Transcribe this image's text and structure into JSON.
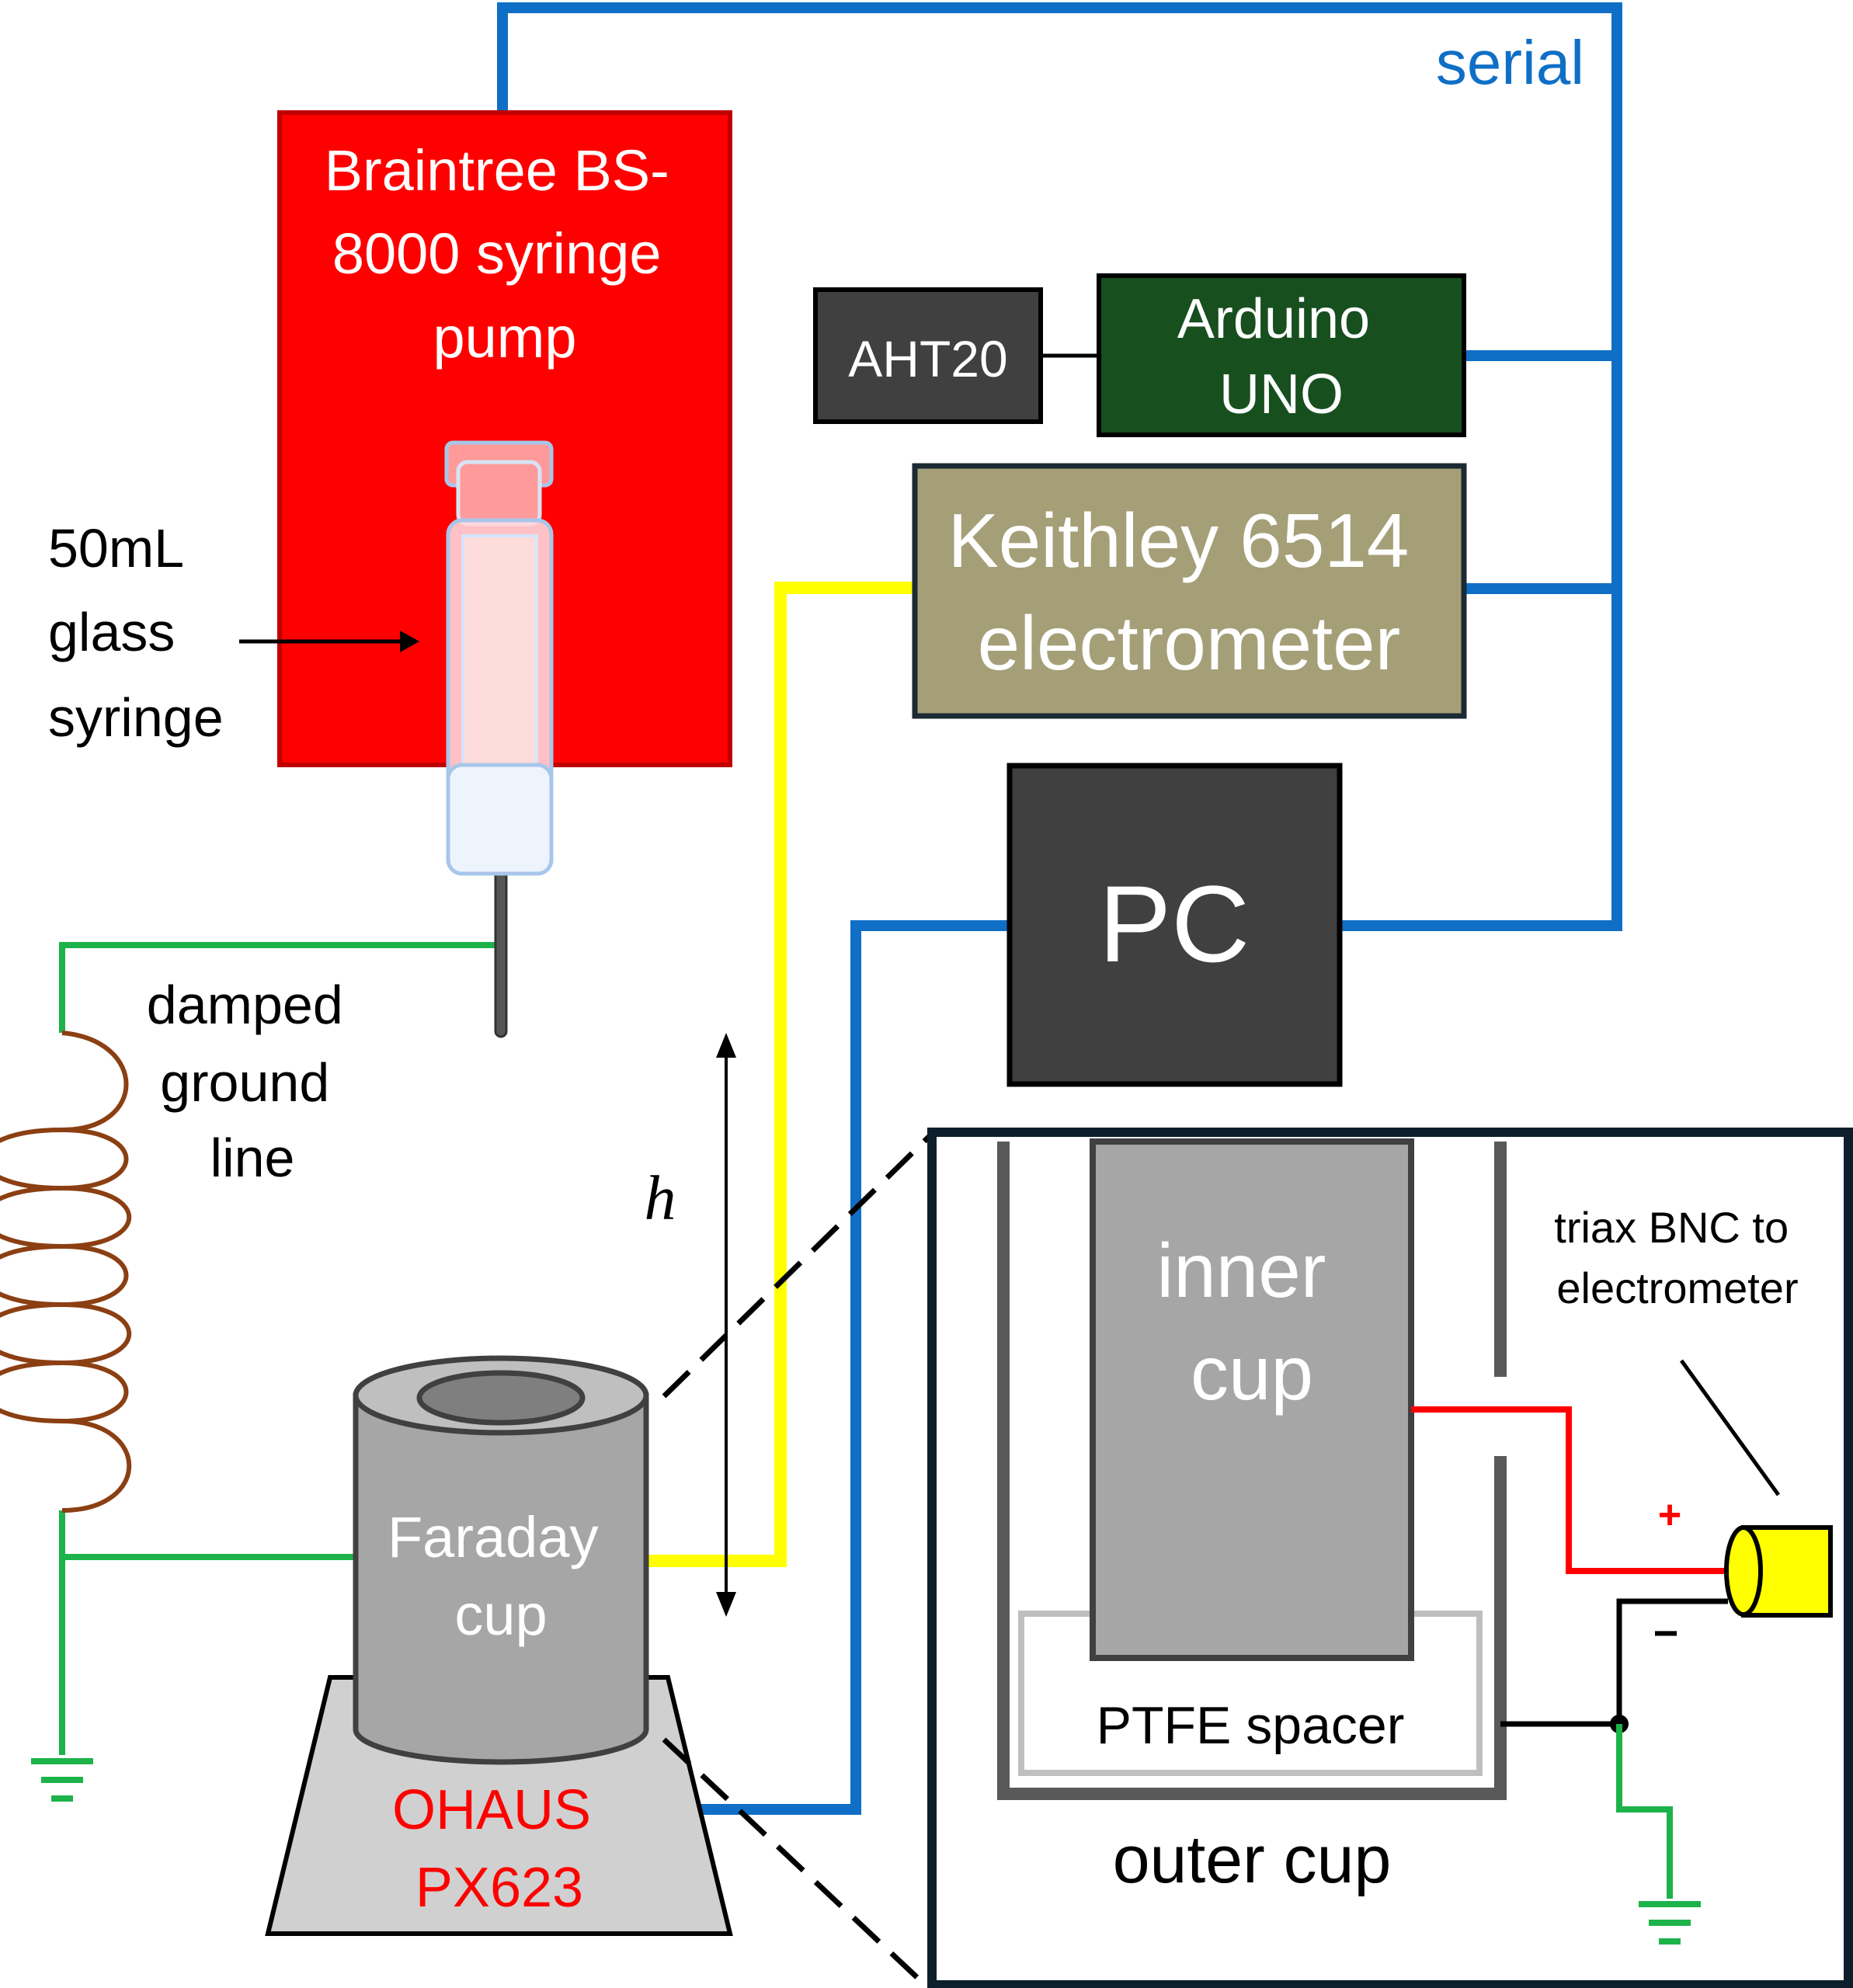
{
  "labels": {
    "serial": "serial",
    "pump_line1": "Braintree BS-",
    "pump_line2": "8000 syringe",
    "pump_line3": "pump",
    "syringe_line1": "50mL",
    "syringe_line2": "glass",
    "syringe_line3": "syringe",
    "aht20": "AHT20",
    "arduino_line1": "Arduino",
    "arduino_line2": "UNO",
    "keithley_line1": "Keithley 6514",
    "keithley_line2": "electrometer",
    "pc": "PC",
    "ground_line1": "damped",
    "ground_line2": "ground",
    "ground_line3": "line",
    "h": "h",
    "faraday_line1": "Faraday",
    "faraday_line2": "cup",
    "scale_line1": "OHAUS",
    "scale_line2": "PX623",
    "inner_cup_line1": "inner",
    "inner_cup_line2": "cup",
    "triax_line1": "triax BNC to",
    "triax_line2": "electrometer",
    "plus": "+",
    "minus": "−",
    "ptfe": "PTFE spacer",
    "outer_cup": "outer cup"
  },
  "colors": {
    "serial_blue": "#0f6fc6",
    "pump_red": "#ff0000",
    "arduino_green": "#174f1f",
    "keithley_olive": "#a59f78",
    "dark_box": "#404040",
    "signal_yellow": "#ffff00",
    "ground_green": "#1db34a",
    "coil_brown": "#8b3f12",
    "cup_gray": "#a6a6a6",
    "scale_gray": "#d0d0d0",
    "inset_border": "#0d1f2a",
    "scale_text_red": "#ff0000"
  }
}
